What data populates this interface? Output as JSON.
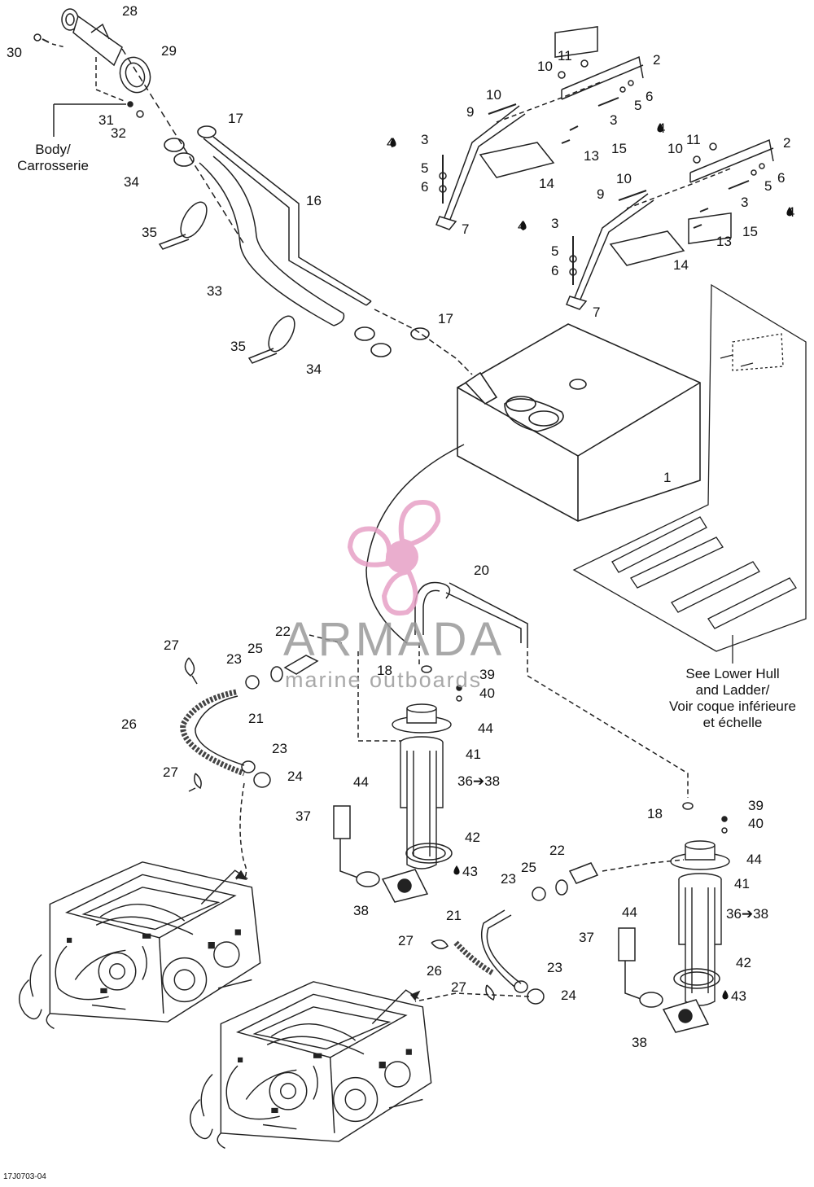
{
  "diagram_code": "17J0703-04",
  "watermark": {
    "brand": "ARMADA",
    "tagline": "marine outboards",
    "logo_color": "#e7a0c6"
  },
  "notes": {
    "body_line1": "Body/",
    "body_line2": "Carrosserie",
    "hull_line1": "See Lower Hull",
    "hull_line2": "and Ladder/",
    "hull_line3": "Voir coque inférieure",
    "hull_line4": "et échelle"
  },
  "callouts": {
    "c28": "28",
    "c29": "29",
    "c30": "30",
    "c31": "31",
    "c32": "32",
    "c17a": "17",
    "c17b": "17",
    "c34a": "34",
    "c34b": "34",
    "c16": "16",
    "c35a": "35",
    "c35b": "35",
    "c33": "33",
    "c11a": "11",
    "c10a": "10",
    "c2a": "2",
    "c6a": "6",
    "c5a": "5",
    "c10b": "10",
    "c9a": "9",
    "c3a": "3",
    "c4a": "4",
    "c15a": "15",
    "c13a": "13",
    "c4b": "4",
    "c3b": "3",
    "c5b": "5",
    "c6b": "6",
    "c14a": "14",
    "c7a": "7",
    "c11b": "11",
    "c10c": "10",
    "c2b": "2",
    "c6c": "6",
    "c5c": "5",
    "c10d": "10",
    "c9b": "9",
    "c3c": "3",
    "c4c": "4",
    "c15b": "15",
    "c13b": "13",
    "c4d": "4",
    "c3d": "3",
    "c5d": "5",
    "c6d": "6",
    "c14b": "14",
    "c7b": "7",
    "c1": "1",
    "c20": "20",
    "c22a": "22",
    "c27a": "27",
    "c23a": "23",
    "c25a": "25",
    "c18a": "18",
    "c39a": "39",
    "c40a": "40",
    "c26a": "26",
    "c21a": "21",
    "c44a": "44",
    "c41a": "41",
    "c23b": "23",
    "c24a": "24",
    "c27b": "27",
    "c44b": "44",
    "c3638a": "36➔38",
    "c37a": "37",
    "c42a": "42",
    "c43a": "43",
    "c38a": "38",
    "c18b": "18",
    "c39b": "39",
    "c40b": "40",
    "c44c": "44",
    "c41b": "41",
    "c22b": "22",
    "c25b": "25",
    "c23c": "23",
    "c21b": "21",
    "c44d": "44",
    "c3638b": "36➔38",
    "c37b": "37",
    "c27c": "27",
    "c26b": "26",
    "c23d": "23",
    "c27d": "27",
    "c24b": "24",
    "c42b": "42",
    "c43b": "43",
    "c38b": "38"
  }
}
